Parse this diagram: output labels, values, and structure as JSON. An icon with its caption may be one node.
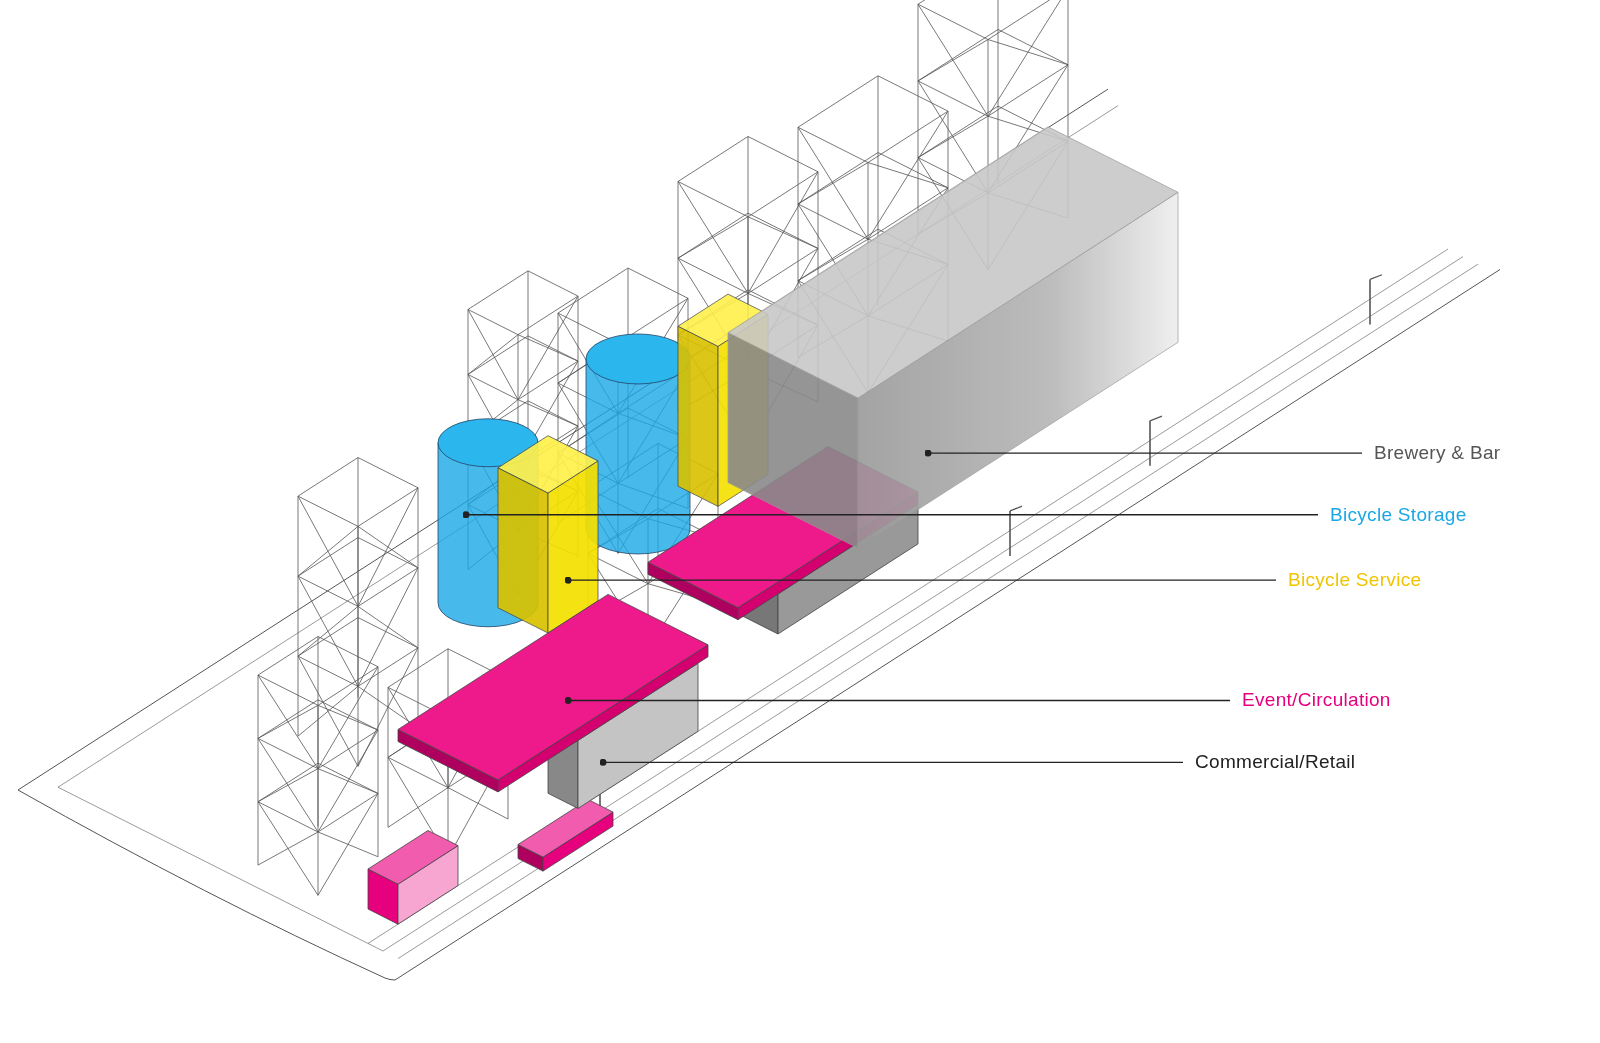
{
  "diagram": {
    "nodes": [
      {
        "text": [
          "Brewery & Bar"
        ]
      },
      {
        "text": [
          "Bicycle Storage"
        ]
      },
      {
        "text": [
          "Bicycle Service"
        ]
      },
      {
        "text": [
          "Event/Circulation"
        ]
      },
      {
        "text": [
          "Commercial/Retail"
        ]
      },
      {
        "text": [],
        "shape": "box"
      },
      {
        "text": [],
        "shape": "cylinder"
      },
      {
        "text": [],
        "shape": "box"
      },
      {
        "text": [],
        "shape": "box"
      },
      {
        "text": [],
        "shape": "box"
      },
      {
        "text": [],
        "shape": "cylinder"
      },
      {
        "text": [],
        "shape": "box"
      },
      {
        "text": [],
        "shape": "box"
      },
      {
        "text": [],
        "shape": "box"
      }
    ],
    "edges": [
      {
        "from": 0,
        "to": 5,
        "arrow": "other"
      },
      {
        "from": 1,
        "to": 6,
        "arrow": "other"
      },
      {
        "from": 2,
        "to": 7,
        "arrow": "other"
      },
      {
        "from": 3,
        "to": 8,
        "arrow": "other"
      },
      {
        "from": 4,
        "to": 9,
        "arrow": "other"
      }
    ]
  }
}
